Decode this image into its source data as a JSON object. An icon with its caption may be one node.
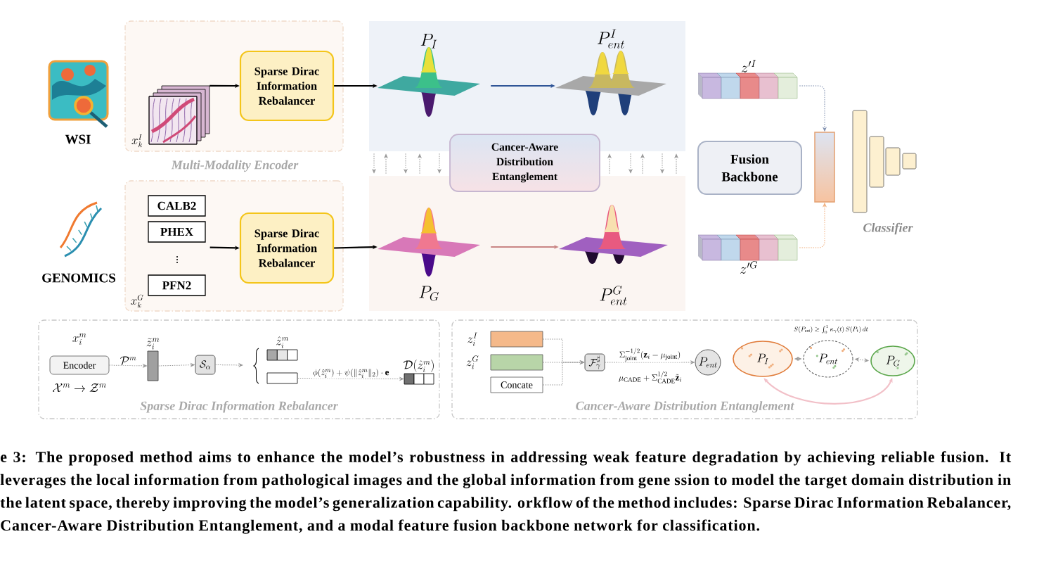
{
  "diagram": {
    "caption": "e 3: The proposed method aims to enhance the model’s robustness in addressing weak feature degradation by achieving reliable fusion. It leverages the local information from pathological images and the global information from gene ssion to model the target domain distribution in the latent space, thereby improving the model’s generalization capability. orkflow of the method includes: Sparse Dirac Information Rebalancer, Cancer-Aware Distribution Entanglement, and a modal feature fusion backbone network for classification.",
    "nodes": [
      {
        "text": [],
        "shape": "box"
      },
      {
        "text": [],
        "shape": "picture",
        "in": 0,
        "beside": [
          "x_k^I"
        ]
      },
      {
        "text": [
          "Sparse Dirac Information Rebalancer"
        ],
        "in": 0
      },
      {
        "text": [],
        "shape": "box"
      },
      {
        "text": [
          "CALB2"
        ],
        "in": 3
      },
      {
        "text": [
          "PHEX"
        ],
        "in": 3
      },
      {
        "text": [
          "PFN2"
        ],
        "in": 3
      },
      {
        "text": [
          "Sparse Dirac Information Rebalancer"
        ],
        "in": 3
      },
      {
        "text": [],
        "shape": "box"
      },
      {
        "text": [
          "P_I"
        ],
        "in": 8
      },
      {
        "text": [
          "P^I_{ent}"
        ],
        "in": 8
      },
      {
        "text": [],
        "shape": "box"
      },
      {
        "text": [
          "P_G"
        ],
        "in": 11
      },
      {
        "text": [
          "P^G_{ent}"
        ],
        "in": 11
      },
      {
        "text": [
          "Cancer-Aware Distribution Entanglement"
        ]
      },
      {
        "text": [
          "z'^I"
        ]
      },
      {
        "text": [
          "z'^G"
        ]
      },
      {
        "text": [
          "Fusion Backbone"
        ]
      },
      {
        "text": [],
        "shape": "bar"
      },
      {
        "text": [
          "Sparse Dirac Information Rebalancer"
        ]
      },
      {
        "text": [
          "Encoder"
        ],
        "in": 19,
        "beside": [
          "x_i^m",
          "\\mathcal{X}^m \\rightarrow \\mathcal{Z}^m"
        ]
      },
      {
        "text": [
          "\\tilde{z}_i^m"
        ],
        "in": 19
      },
      {
        "text": [
          "\\mathcal{S}_\\alpha"
        ],
        "in": 19
      },
      {
        "text": [
          "\\hat{z}_i^m"
        ],
        "in": 19
      },
      {
        "text": [],
        "shape": "box",
        "in": 19
      },
      {
        "text": [
          "\\mathcal{D}(\\hat{z}_i^m)"
        ],
        "in": 19
      },
      {
        "text": [
          "Cancer-Aware Distribution Entanglement"
        ]
      },
      {
        "text": [],
        "shape": "box",
        "in": 26,
        "beside": [
          "z_i^I"
        ]
      },
      {
        "text": [],
        "shape": "box",
        "in": 26,
        "beside": [
          "z_i^G"
        ]
      },
      {
        "text": [
          "Concate"
        ],
        "in": 26
      },
      {
        "text": [
          "\\mathcal{F}^\\sharp_\\gamma"
        ],
        "in": 26
      },
      {
        "text": [
          "P_{ent}"
        ],
        "in": 26
      },
      {
        "text": [
          "P_I"
        ],
        "in": 26
      },
      {
        "text": [
          "P_{ent}"
        ],
        "in": 26
      },
      {
        "text": [
          "P_G"
        ],
        "in": 26
      }
    ],
    "edges": [
      {
        "from": 1,
        "to": 2,
        "arrow": "to",
        "color": "#000000"
      },
      {
        "from": 2,
        "to": 9,
        "arrow": "to",
        "color": "#000000"
      },
      {
        "from": 5,
        "to": 7,
        "arrow": "to",
        "color": "#000000"
      },
      {
        "from": 7,
        "to": 12,
        "arrow": "to",
        "color": "#000000"
      },
      {
        "from": 9,
        "to": 10,
        "arrow": "to",
        "color": "#2f5597"
      },
      {
        "from": 12,
        "to": 13,
        "arrow": "to",
        "color": "#c98585"
      },
      {
        "from": 8,
        "to": 11,
        "arrow": "to",
        "style": "dashed"
      },
      {
        "from": 11,
        "to": 8,
        "arrow": "to",
        "style": "dashed"
      },
      {
        "from": 8,
        "to": 11,
        "arrow": "to",
        "style": "dashed"
      },
      {
        "from": 11,
        "to": 8,
        "arrow": "to",
        "style": "dashed"
      },
      {
        "from": 8,
        "to": 11,
        "arrow": "to",
        "style": "dashed"
      },
      {
        "from": 11,
        "to": 8,
        "arrow": "to",
        "style": "dashed"
      },
      {
        "from": 8,
        "to": 11,
        "arrow": "to",
        "style": "dashed"
      },
      {
        "from": 11,
        "to": 8,
        "arrow": "to",
        "style": "dashed"
      },
      {
        "from": 8,
        "to": 11,
        "arrow": "to",
        "style": "dashed"
      },
      {
        "from": 11,
        "to": 8,
        "arrow": "to",
        "style": "dashed"
      },
      {
        "from": 15,
        "to": 18,
        "arrow": "to",
        "style": "dashed",
        "color": "#8090b0"
      },
      {
        "from": 16,
        "to": 18,
        "arrow": "to",
        "style": "dashed",
        "color": "#f0b080"
      },
      {
        "from": 20,
        "to": 21,
        "arrow": "to",
        "style": "dashed",
        "label": "\\mathcal{P}^m"
      },
      {
        "from": 21,
        "to": 22,
        "arrow": "to",
        "style": "dashed"
      },
      {
        "from": 22,
        "to": null,
        "arrow": "to",
        "style": "dashed"
      },
      {
        "from": 24,
        "to": 25,
        "arrow": "to",
        "style": "dashed",
        "label": "\\phi(\\hat{z}_i^m)+\\psi(\\|\\hat{z}_i^m\\|_2)\\cdot\\mathbf{e}"
      },
      {
        "from": 27,
        "to": 30,
        "arrow": "to",
        "style": "dashed"
      },
      {
        "from": 28,
        "to": 30,
        "arrow": "to",
        "style": "dashed"
      },
      {
        "from": 29,
        "to": 30,
        "arrow": "to",
        "style": "dashed"
      },
      {
        "from": 30,
        "to": 31,
        "arrow": "to",
        "style": "dashed",
        "label": "\\Sigma_{\\mathrm{joint}}^{-1/2}(\\mathbf{z}_i-\\mu_{\\mathrm{joint}})"
      },
      {
        "from": 32,
        "to": 33,
        "arrow": "both",
        "style": "dashed"
      },
      {
        "from": 33,
        "to": 34,
        "arrow": "both",
        "style": "dashed"
      },
      {
        "from": 32,
        "to": 34,
        "arrow": "both",
        "color": "#f2c0c8"
      }
    ],
    "labels": [
      "WSI",
      "Multi-Modality Encoder",
      "GENOMICS",
      "x_k^G",
      "\\vdots",
      "Classifier",
      "\\mu_{\\mathrm{CADE}}+\\Sigma_{\\mathrm{CADE}}^{1/2}\\tilde{\\mathbf{z}}_i",
      "S(P_{\\mathrm{ent}})\\geq\\int_0^1\\kappa_\\gamma(t)\\,S(P_t)\\,dt"
    ]
  }
}
